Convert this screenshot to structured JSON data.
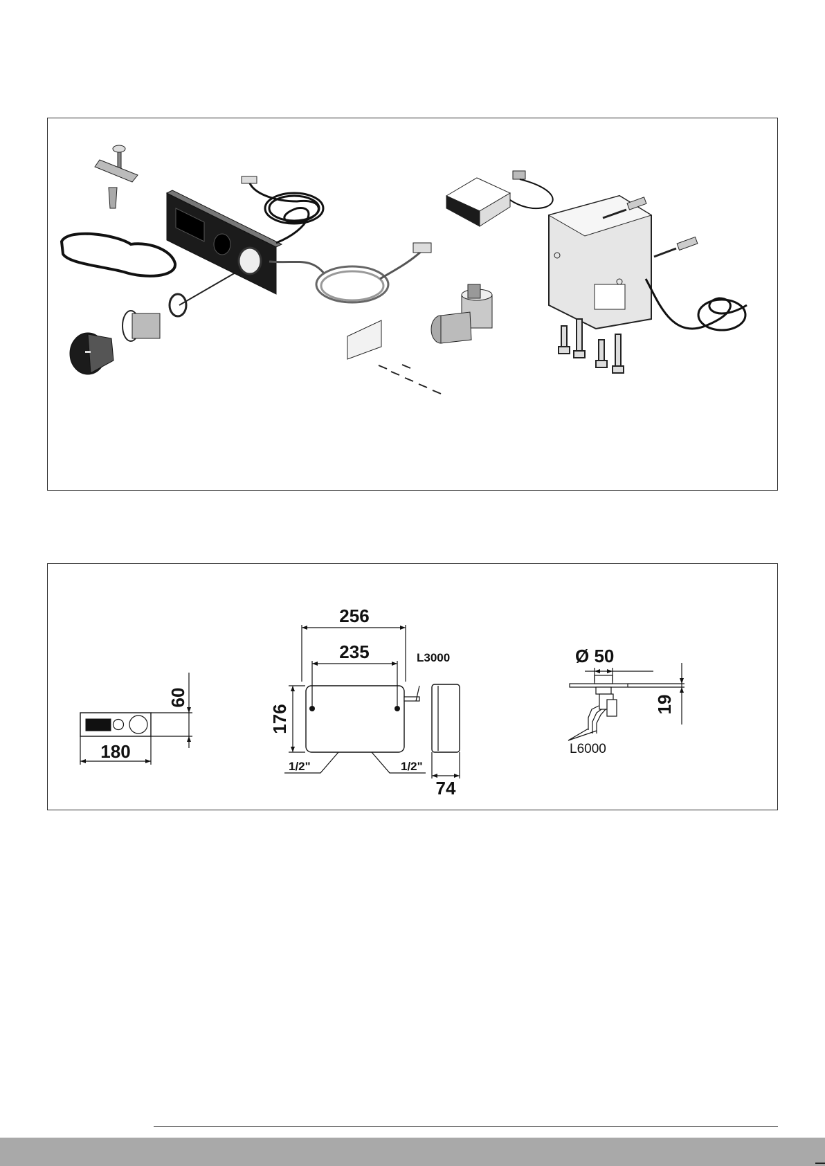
{
  "dimensions": {
    "panel": {
      "height": "60",
      "width": "180"
    },
    "box": {
      "outer_width": "256",
      "inner_width": "235",
      "height": "176",
      "depth": "74",
      "cable": "L3000",
      "inlet_left": "1/2\"",
      "inlet_right": "1/2\""
    },
    "flush": {
      "diameter": "Ø 50",
      "height": "19",
      "cable": "L6000"
    }
  },
  "colors": {
    "frame": "#2a2a2a",
    "footer_bar": "#a9a9a9",
    "panel_dark": "#1b1b1b",
    "part_gray": "#cfcfcf"
  }
}
